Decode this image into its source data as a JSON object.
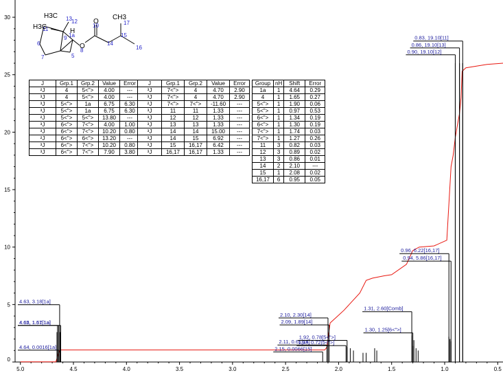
{
  "chart_data": {
    "type": "line",
    "title": "",
    "xlabel": "",
    "ylabel": "",
    "xlim": [
      5.05,
      0.45
    ],
    "ylim": [
      0,
      31.5
    ],
    "x_ticks": [
      "5.0",
      "4.5",
      "4.0",
      "3.5",
      "3.0",
      "2.5",
      "2.0",
      "1.5",
      "1.0",
      "0.5"
    ],
    "y_ticks": [
      "0",
      "5",
      "10",
      "15",
      "20",
      "25",
      "30"
    ],
    "series": [
      {
        "style": "integral-red",
        "points": [
          [
            5.0,
            0.02
          ],
          [
            4.665,
            0.02
          ],
          [
            4.63,
            1.05
          ],
          [
            2.13,
            1.05
          ],
          [
            2.11,
            1.3
          ],
          [
            2.08,
            3.4
          ],
          [
            2.02,
            3.9
          ],
          [
            1.95,
            4.5
          ],
          [
            1.89,
            5.1
          ],
          [
            1.8,
            6.0
          ],
          [
            1.74,
            7.1
          ],
          [
            1.68,
            7.3
          ],
          [
            1.57,
            7.5
          ],
          [
            1.5,
            7.6
          ],
          [
            1.36,
            8.5
          ],
          [
            1.3,
            9.7
          ],
          [
            1.24,
            10.0
          ],
          [
            1.1,
            10.1
          ],
          [
            0.98,
            10.6
          ],
          [
            0.96,
            13.8
          ],
          [
            0.94,
            17.0
          ],
          [
            0.92,
            18.0
          ],
          [
            0.9,
            19.5
          ],
          [
            0.88,
            20.6
          ],
          [
            0.86,
            21.6
          ],
          [
            0.845,
            23.0
          ],
          [
            0.835,
            25.3
          ],
          [
            0.8,
            25.6
          ],
          [
            0.6,
            25.9
          ],
          [
            0.45,
            26.0
          ]
        ]
      },
      {
        "style": "spectrum-black",
        "peaks": [
          [
            4.655,
            2.6
          ],
          [
            4.64,
            3.2
          ],
          [
            4.625,
            2.6
          ],
          [
            2.1,
            1.6
          ],
          [
            2.09,
            1.3
          ],
          [
            1.92,
            1.3
          ],
          [
            1.89,
            1.2
          ],
          [
            1.86,
            1.0
          ],
          [
            1.77,
            0.8
          ],
          [
            1.74,
            0.8
          ],
          [
            1.66,
            1.2
          ],
          [
            1.64,
            1.0
          ],
          [
            1.31,
            2.3
          ],
          [
            1.3,
            1.4
          ],
          [
            1.29,
            1.9
          ],
          [
            1.27,
            1.2
          ],
          [
            1.25,
            1.0
          ],
          [
            0.96,
            2.2
          ],
          [
            0.95,
            2.0
          ],
          [
            0.94,
            1.8
          ],
          [
            0.9,
            26.0
          ],
          [
            0.86,
            26.0
          ],
          [
            0.83,
            26.0
          ]
        ]
      }
    ],
    "annotations": [
      {
        "text": "4.63, 3.18[1a]",
        "ppm": 4.63,
        "y": 5.1
      },
      {
        "text": "4.65, 1.57[1a]",
        "ppm": 4.65,
        "y": 3.3
      },
      {
        "text": "4.62, 1.61[1a]",
        "ppm": 4.62,
        "y": 3.3
      },
      {
        "text": "4.64, 0.0016[1a]",
        "ppm": 4.64,
        "y": 1.15
      },
      {
        "text": "2.10, 2.30[14]",
        "ppm": 2.1,
        "y": 3.95
      },
      {
        "text": "2.09, 1.89[14]",
        "ppm": 2.09,
        "y": 3.35
      },
      {
        "text": "2.11, 0.61[14]",
        "ppm": 2.11,
        "y": 1.6
      },
      {
        "text": "2.15, 0.0066[15]",
        "ppm": 2.15,
        "y": 1.0
      },
      {
        "text": "1.92, 0.78[5<\">]",
        "ppm": 1.92,
        "y": 2.0
      },
      {
        "text": "1.93, 0.72[5<\">]",
        "ppm": 1.93,
        "y": 1.55
      },
      {
        "text": "1.31, 2.60[Comb]",
        "ppm": 1.31,
        "y": 4.5
      },
      {
        "text": "1.30, 1.25[6<\">]",
        "ppm": 1.3,
        "y": 2.65
      },
      {
        "text": "0.96, 6.22[16,17]",
        "ppm": 0.96,
        "y": 9.55
      },
      {
        "text": "0.94, 5.86[16,17]",
        "ppm": 0.94,
        "y": 8.9
      },
      {
        "text": "0.83, 19.10[11]",
        "ppm": 0.83,
        "y": 28.05
      },
      {
        "text": "0.86, 19.10[13]",
        "ppm": 0.86,
        "y": 27.45
      },
      {
        "text": "0.90, 19.10[12]",
        "ppm": 0.9,
        "y": 26.85
      }
    ]
  },
  "molecule": {
    "labels": [
      "H3C",
      "13",
      "12",
      "11",
      "H3C",
      "H",
      "1a",
      "9",
      "10",
      "O",
      "O",
      "8",
      "14",
      "15",
      "16",
      "CH3",
      "17",
      "7",
      "5",
      "6"
    ]
  },
  "j_table_1": {
    "headers": [
      "J",
      "Grp.1",
      "Grp.2",
      "Value",
      "Error"
    ],
    "rows": [
      [
        "²J",
        "4",
        "5<\">",
        "4.00",
        "---"
      ],
      [
        "³J",
        "4",
        "5<\">",
        "4.00",
        "---"
      ],
      [
        "³J",
        "5<\">",
        "1a",
        "6.75",
        "6.30"
      ],
      [
        "³J",
        "5<\">",
        "1a",
        "6.75",
        "6.30"
      ],
      [
        "²J",
        "5<\">",
        "5<\">",
        "13.80",
        "---"
      ],
      [
        "³J",
        "6<\">",
        "7<\">",
        "4.00",
        "1.00"
      ],
      [
        "³J",
        "6<\">",
        "7<\">",
        "10.20",
        "0.80"
      ],
      [
        "²J",
        "6<\">",
        "6<\">",
        "13.20",
        "---"
      ],
      [
        "³J",
        "6<\">",
        "7<\">",
        "10.20",
        "0.80"
      ],
      [
        "³J",
        "6<\">",
        "7<\">",
        "7.90",
        "3.80"
      ]
    ]
  },
  "j_table_2": {
    "headers": [
      "J",
      "Grp.1",
      "Grp.2",
      "Value",
      "Error"
    ],
    "rows": [
      [
        "³J",
        "7<\">",
        "4",
        "4.70",
        "2.90"
      ],
      [
        "³J",
        "7<\">",
        "4",
        "4.70",
        "2.90"
      ],
      [
        "²J",
        "7<\">",
        "7<\">",
        "-11.60",
        "---"
      ],
      [
        "³J",
        "11",
        "11",
        "1.33",
        "---"
      ],
      [
        "³J",
        "12",
        "12",
        "1.33",
        "---"
      ],
      [
        "³J",
        "13",
        "13",
        "1.33",
        "---"
      ],
      [
        "³J",
        "14",
        "14",
        "15.00",
        "---"
      ],
      [
        "³J",
        "14",
        "15",
        "6.92",
        "---"
      ],
      [
        "³J",
        "15",
        "16,17",
        "6.42",
        "---"
      ],
      [
        "³J",
        "16,17",
        "16,17",
        "1.33",
        "---"
      ]
    ]
  },
  "shift_table": {
    "headers": [
      "Group",
      "nH",
      "Shift",
      "Error"
    ],
    "rows": [
      [
        "1a",
        "1",
        "4.64",
        "0.29"
      ],
      [
        "4",
        "1",
        "1.65",
        "0.27"
      ],
      [
        "5<\">",
        "1",
        "1.90",
        "0.06"
      ],
      [
        "5<\">",
        "1",
        "0.97",
        "0.53"
      ],
      [
        "6<\">",
        "1",
        "1.34",
        "0.19"
      ],
      [
        "6<\">",
        "1",
        "1.30",
        "0.19"
      ],
      [
        "7<\">",
        "1",
        "1.74",
        "0.03"
      ],
      [
        "7<\">",
        "1",
        "1.27",
        "0.26"
      ],
      [
        "11",
        "3",
        "0.82",
        "0.03"
      ],
      [
        "12",
        "3",
        "0.89",
        "0.02"
      ],
      [
        "13",
        "3",
        "0.86",
        "0.01"
      ],
      [
        "14",
        "2",
        "2.10",
        "---"
      ],
      [
        "15",
        "1",
        "2.08",
        "0.02"
      ],
      [
        "16,17",
        "6",
        "0.95",
        "0.05"
      ]
    ]
  },
  "colors": {
    "integral": "#e8160e",
    "spectrum": "#000000",
    "annotation": "#1a1a9c",
    "axis": "#000000",
    "molecule_label": "#2424c8"
  }
}
